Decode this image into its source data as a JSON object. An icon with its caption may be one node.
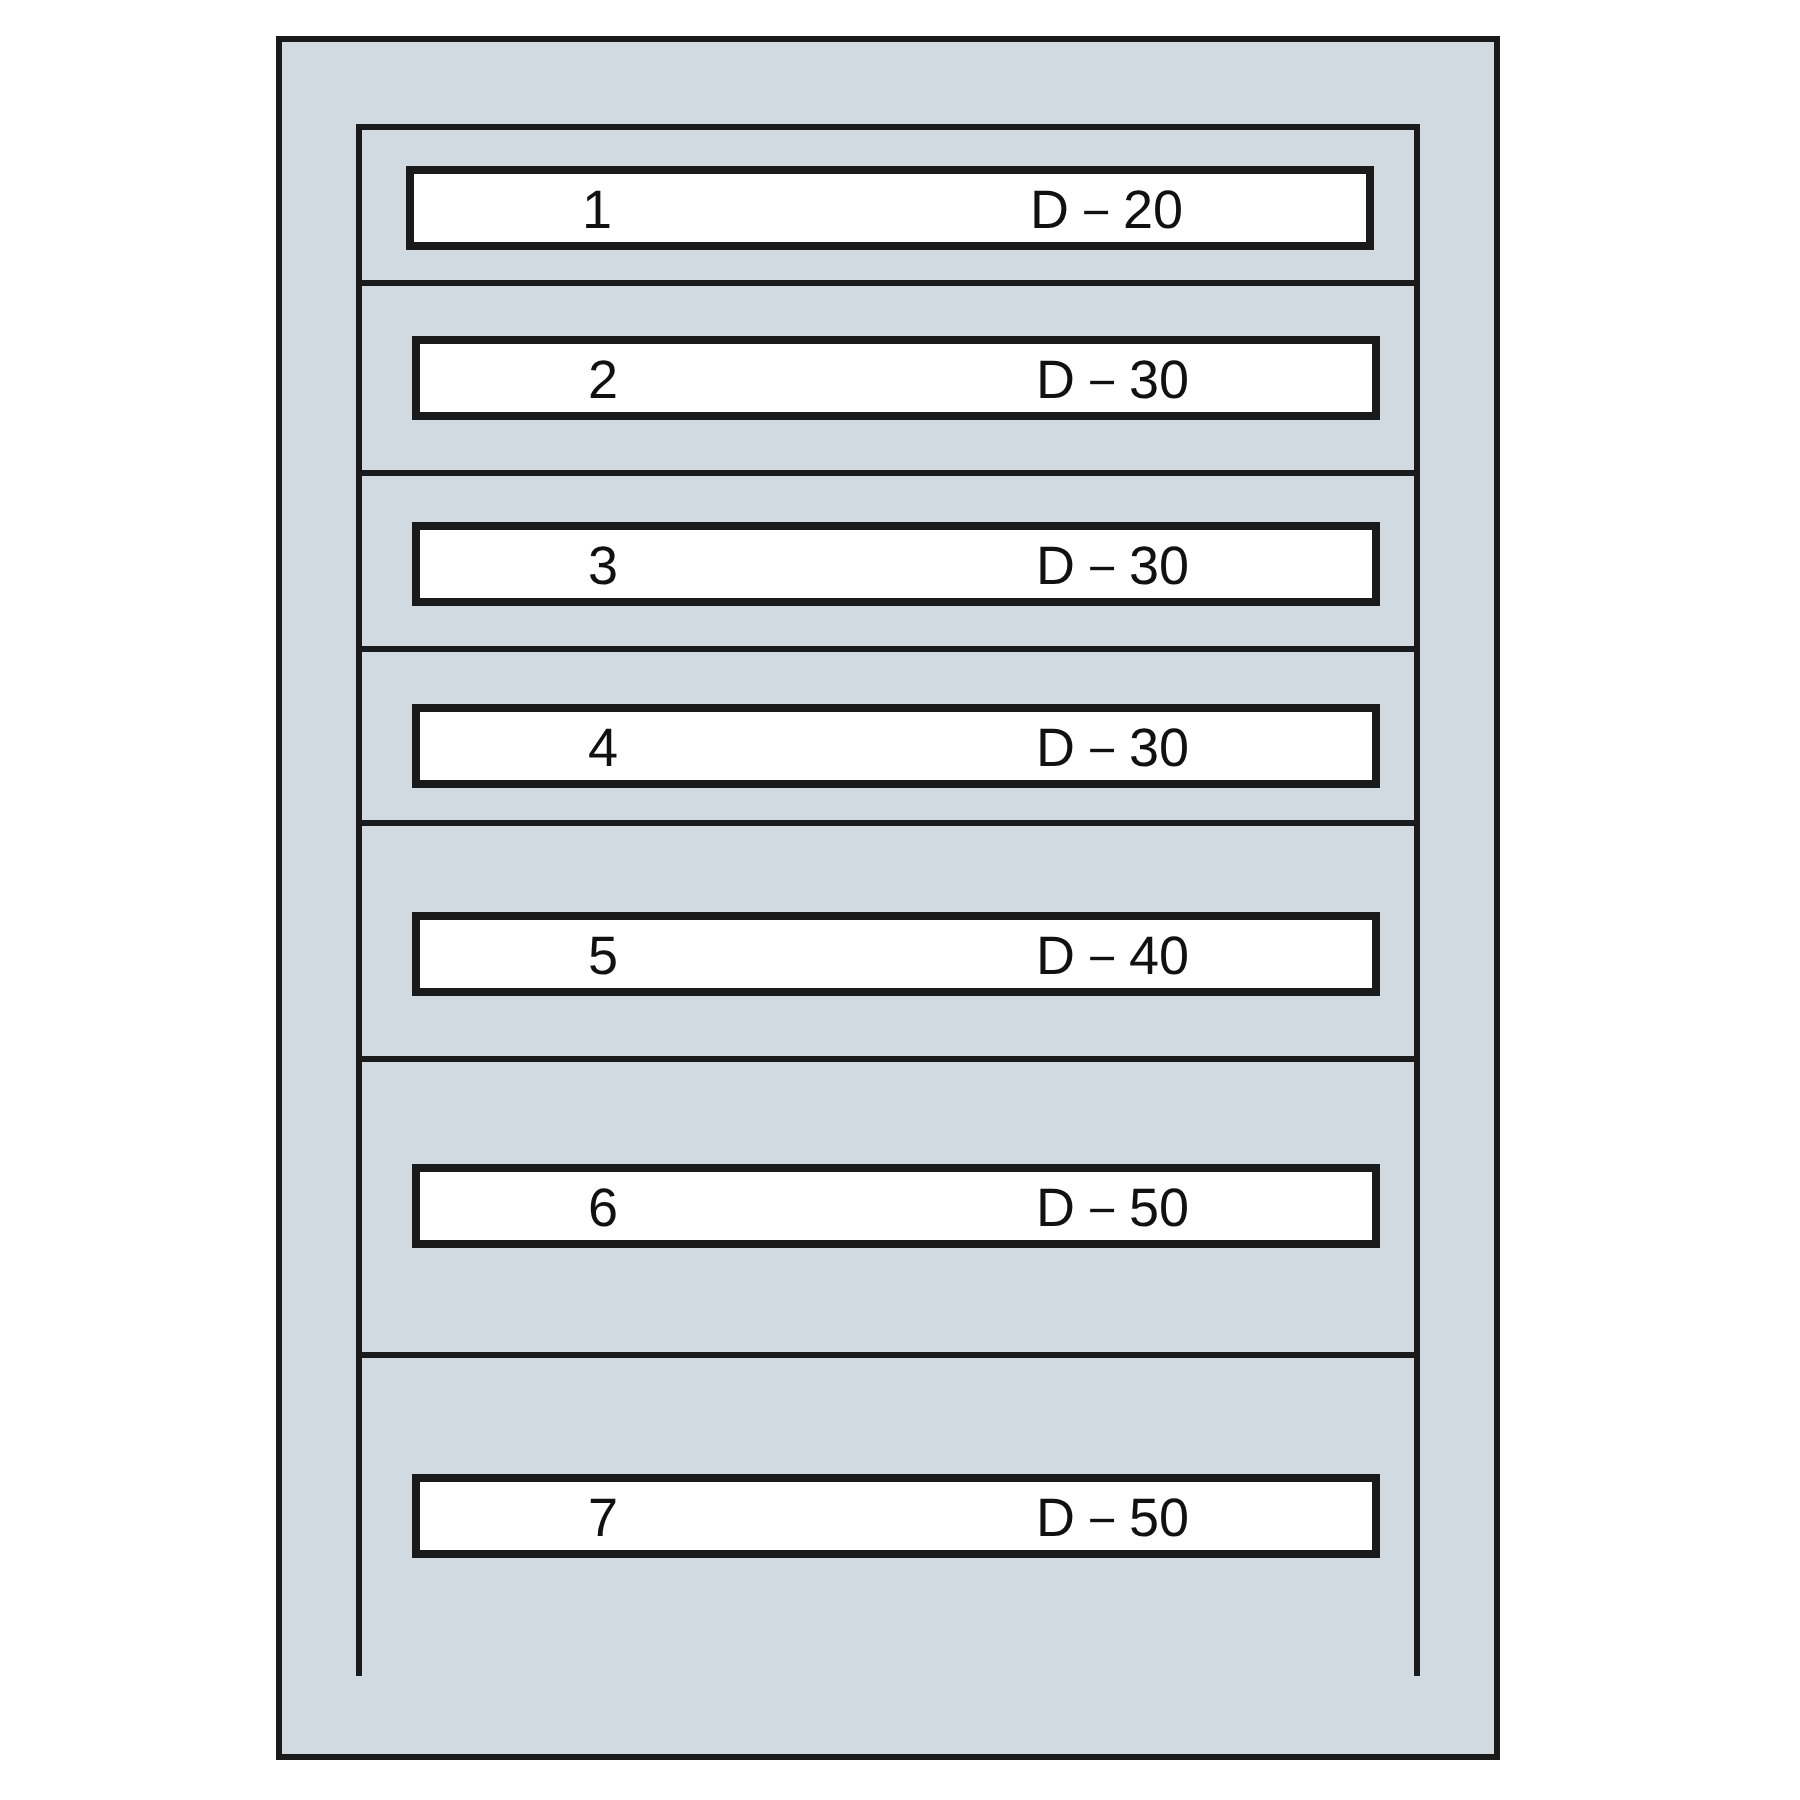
{
  "diagram": {
    "nodes": [
      {
        "text": [
          "1",
          "D－20"
        ]
      },
      {
        "text": [
          "2",
          "D－30"
        ]
      },
      {
        "text": [
          "3",
          "D－30"
        ]
      },
      {
        "text": [
          "4",
          "D－30"
        ]
      },
      {
        "text": [
          "5",
          "D－40"
        ]
      },
      {
        "text": [
          "6",
          "D－50"
        ]
      },
      {
        "text": [
          "7",
          "D－50"
        ]
      }
    ]
  }
}
